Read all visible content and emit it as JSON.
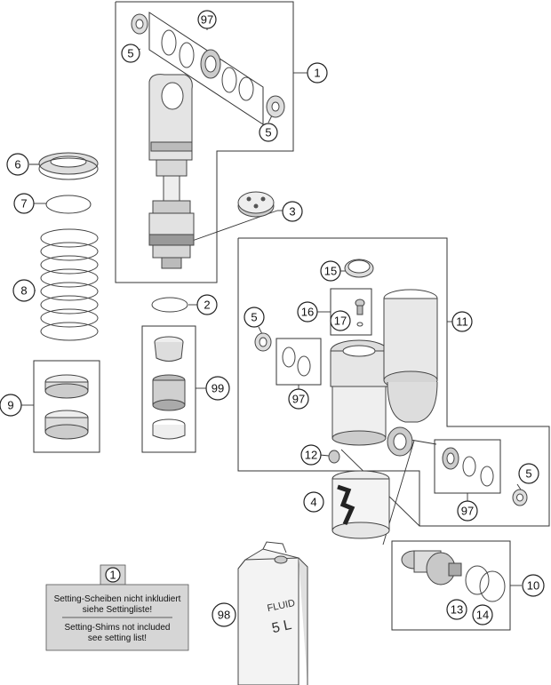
{
  "callouts": [
    {
      "id": "c97a",
      "label": "97"
    },
    {
      "id": "c5a",
      "label": "5"
    },
    {
      "id": "c1",
      "label": "1"
    },
    {
      "id": "c5b",
      "label": "5"
    },
    {
      "id": "c6",
      "label": "6"
    },
    {
      "id": "c7",
      "label": "7"
    },
    {
      "id": "c3",
      "label": "3"
    },
    {
      "id": "c8",
      "label": "8"
    },
    {
      "id": "c2",
      "label": "2"
    },
    {
      "id": "c9",
      "label": "9"
    },
    {
      "id": "c99",
      "label": "99"
    },
    {
      "id": "c15",
      "label": "15"
    },
    {
      "id": "c16",
      "label": "16"
    },
    {
      "id": "c17",
      "label": "17"
    },
    {
      "id": "c5c",
      "label": "5"
    },
    {
      "id": "c11",
      "label": "11"
    },
    {
      "id": "c97b",
      "label": "97"
    },
    {
      "id": "c12",
      "label": "12"
    },
    {
      "id": "c5d",
      "label": "5"
    },
    {
      "id": "c4",
      "label": "4"
    },
    {
      "id": "c97c",
      "label": "97"
    },
    {
      "id": "c10",
      "label": "10"
    },
    {
      "id": "c13",
      "label": "13"
    },
    {
      "id": "c14",
      "label": "14"
    },
    {
      "id": "c98",
      "label": "98"
    },
    {
      "id": "cnote",
      "label": "1"
    }
  ],
  "note": {
    "german_line1": "Setting-Scheiben nicht inkludiert",
    "german_line2": "siehe Settingliste!",
    "english_line1": "Setting-Shims not included",
    "english_line2": "see setting list!"
  },
  "canister": {
    "label_top": "FLUID",
    "label_bottom": "5 L"
  }
}
